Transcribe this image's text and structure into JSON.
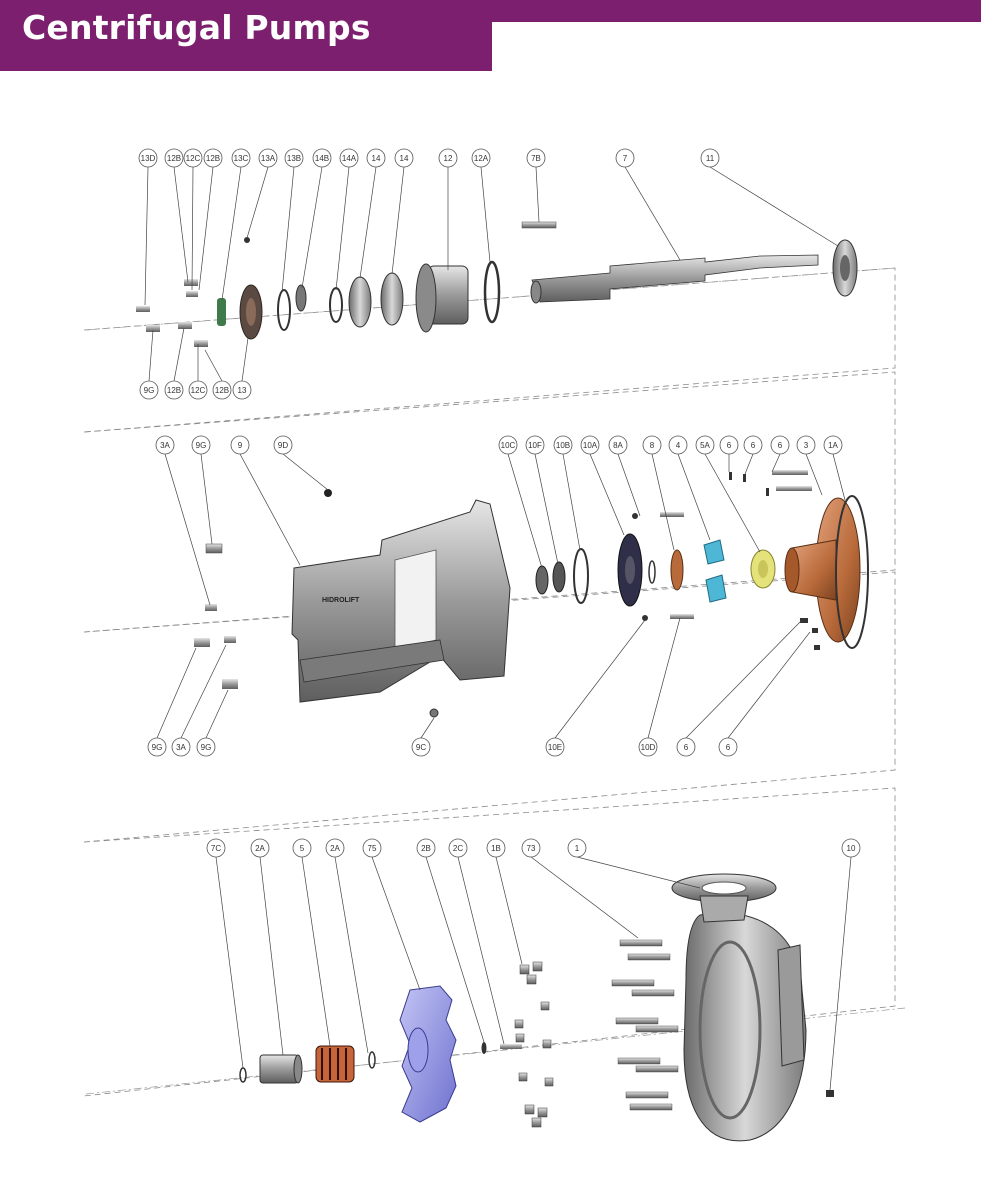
{
  "header": {
    "title": "Centrifugal Pumps"
  },
  "colors": {
    "brand": "#7b1f6e",
    "part_gray": "#9a9a9a",
    "bronze": "#b86a3a",
    "cyan": "#4fb7d6",
    "yellow": "#e4e27a",
    "impeller_blue": "#8d8fe0",
    "seal_orange": "#c8643a",
    "seal_green": "#3f7a4a"
  },
  "icons": {
    "bolt": "bolt-icon",
    "nut": "nut-icon",
    "o_ring": "o-ring-icon",
    "shaft": "shaft-icon",
    "bearing": "bearing-icon",
    "impeller": "impeller-icon",
    "casing": "casing-icon",
    "frame": "bearing-frame-icon",
    "adapter": "adapter-icon",
    "mechanical_seal": "mechanical-seal-icon"
  },
  "labels": {
    "r1": [
      "13D",
      "12B",
      "12C",
      "12B",
      "13C",
      "13A",
      "13B",
      "14B",
      "14A",
      "14",
      "14",
      "12",
      "12A",
      "7B",
      "7",
      "11"
    ],
    "r1_bottom": [
      "9G",
      "12B",
      "12C",
      "12B",
      "13"
    ],
    "r2": [
      "3A",
      "9G",
      "9",
      "9D",
      "10C",
      "10F",
      "10B",
      "10A",
      "8A",
      "8",
      "4",
      "5A",
      "6",
      "6",
      "6",
      "3",
      "1A"
    ],
    "r2_bottom": [
      "9G",
      "3A",
      "9G",
      "9C",
      "10E",
      "10D",
      "6",
      "6"
    ],
    "r3": [
      "7C",
      "2A",
      "5",
      "2A",
      "75",
      "2B",
      "2C",
      "1B",
      "73",
      "1",
      "10"
    ],
    "frame_text": "HIDROLIFT"
  }
}
